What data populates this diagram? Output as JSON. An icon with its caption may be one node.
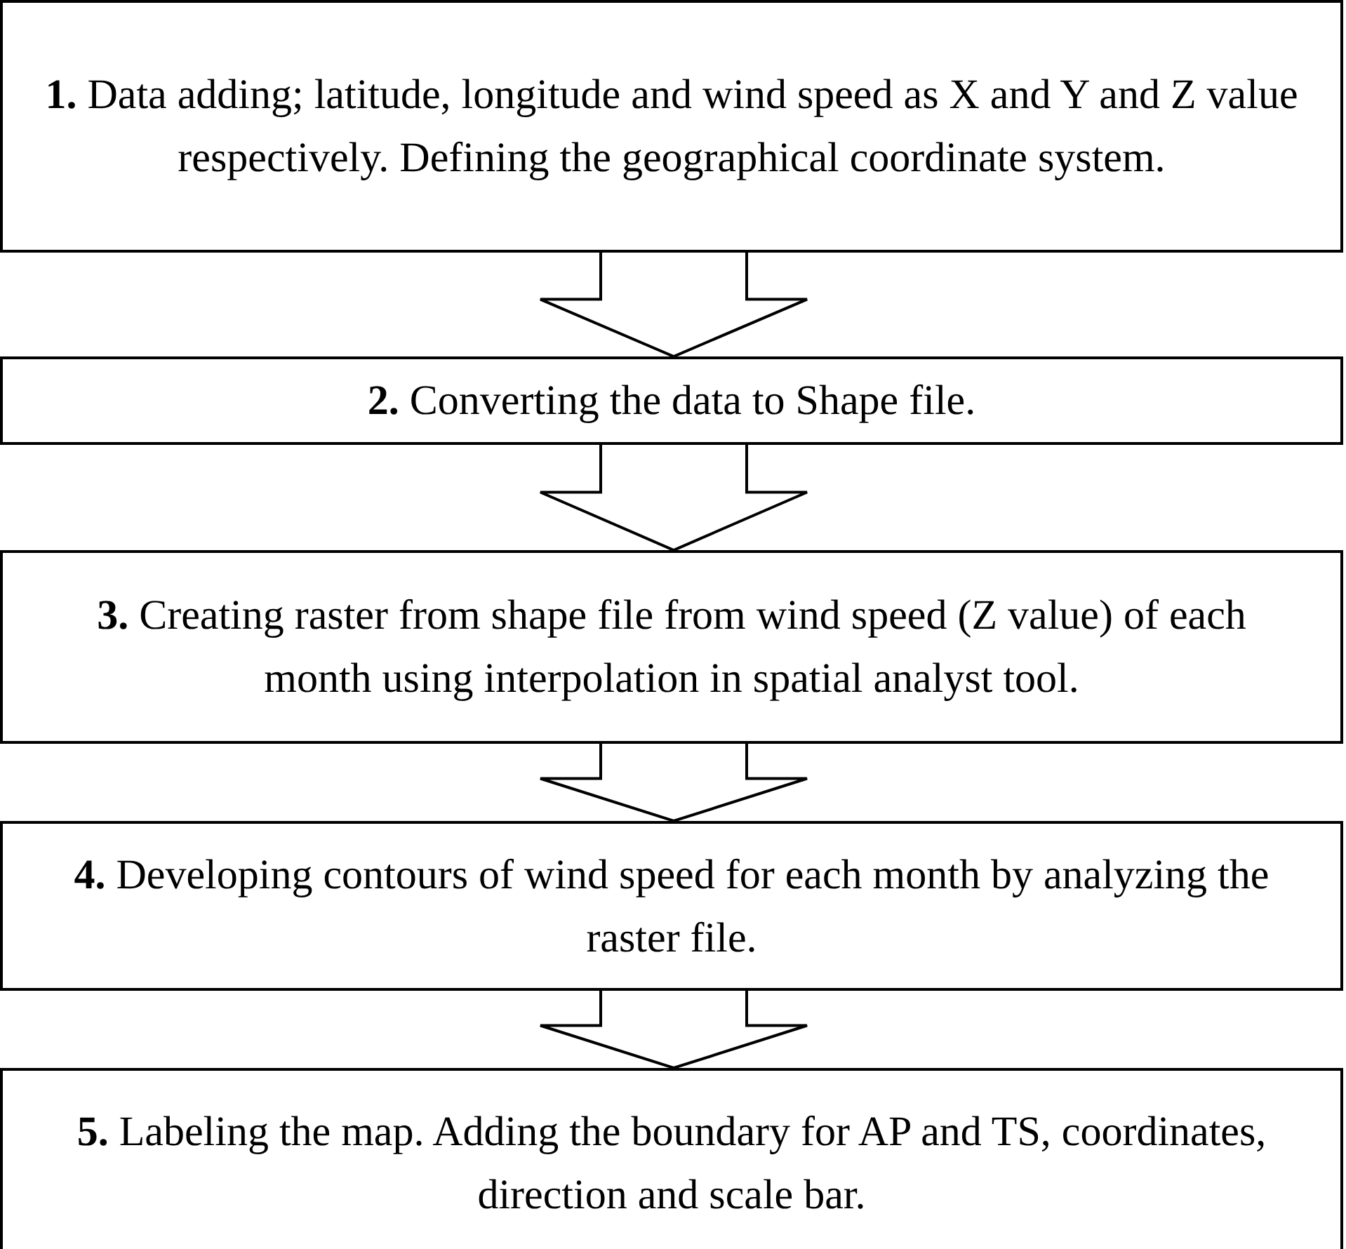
{
  "diagram": {
    "nodes": [
      {
        "text": [
          "**1.** Data adding; latitude, longitude and wind speed as X and Y and Z value respectively. Defining the geographical coordinate system."
        ]
      },
      {
        "text": [
          "**2.** Converting the data to Shape file."
        ]
      },
      {
        "text": [
          "**3.** Creating raster from shape file from wind speed (Z value) of each month using interpolation in spatial analyst tool."
        ]
      },
      {
        "text": [
          "**4.** Developing contours of wind speed for each month by analyzing the raster file."
        ]
      },
      {
        "text": [
          "**5.** Labeling the map. Adding the boundary for AP and TS, coordinates, direction and scale bar."
        ]
      }
    ],
    "edges": [
      {
        "from": 0,
        "to": 1,
        "arrow": "to"
      },
      {
        "from": 1,
        "to": 2,
        "arrow": "to"
      },
      {
        "from": 2,
        "to": 3,
        "arrow": "to"
      },
      {
        "from": 3,
        "to": 4,
        "arrow": "to"
      }
    ]
  }
}
